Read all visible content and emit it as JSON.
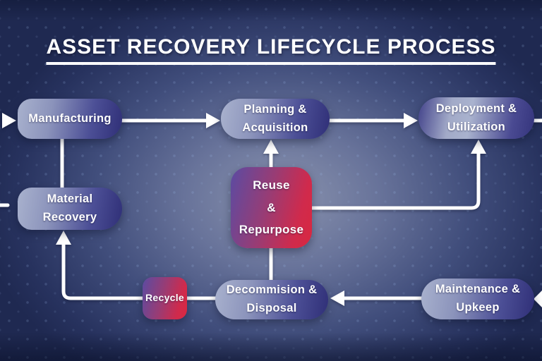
{
  "title": "ASSET RECOVERY LIFECYCLE PROCESS",
  "nodes": {
    "manufacturing": {
      "label": "Manufacturing"
    },
    "planning": {
      "label": "Planning &\nAcquisition"
    },
    "deployment": {
      "label": "Deployment &\nUtilization"
    },
    "material_recovery": {
      "label": "Material\nRecovery"
    },
    "reuse_repurpose": {
      "label": "Reuse\n&\nRepurpose"
    },
    "decommission_disposal": {
      "label": "Decommision &\nDisposal"
    },
    "maintenance_upkeep": {
      "label": "Maintenance &\nUpkeep"
    },
    "recycle": {
      "label": "Recycle"
    }
  },
  "colors": {
    "background_navy": "#1f2951",
    "center_glow": "#8a93ae",
    "node_gradient_light": "#a9b2ce",
    "node_gradient_dark": "#32327a",
    "accent_purple": "#5b4ba2",
    "accent_red": "#d92840",
    "arrow": "#ffffff",
    "text": "#ffffff"
  }
}
